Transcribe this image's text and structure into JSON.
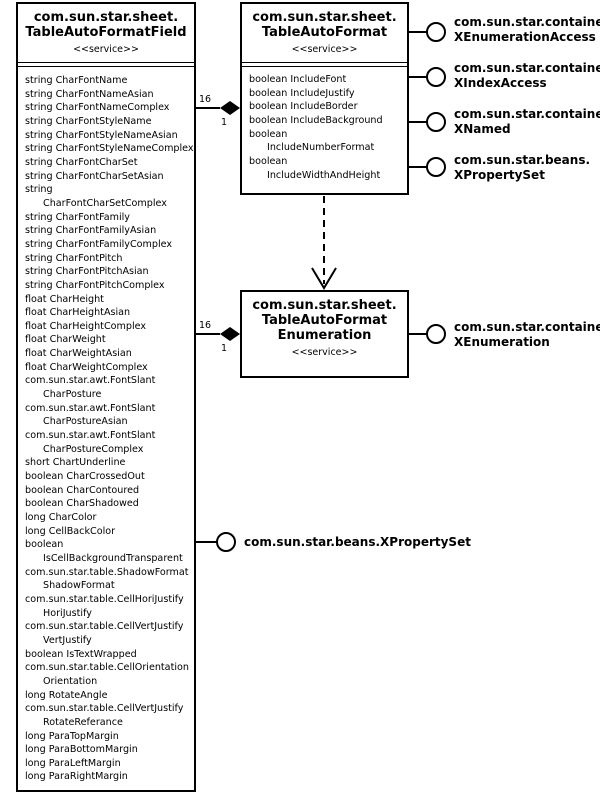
{
  "boxes": {
    "field": {
      "title": "com.sun.star.sheet.\nTableAutoFormatField",
      "stereotype": "<<service>>",
      "attributes": [
        {
          "type": "string",
          "name": "CharFontName"
        },
        {
          "type": "string",
          "name": "CharFontNameAsian"
        },
        {
          "type": "string",
          "name": "CharFontNameComplex"
        },
        {
          "type": "string",
          "name": "CharFontStyleName"
        },
        {
          "type": "string",
          "name": "CharFontStyleNameAsian"
        },
        {
          "type": "string",
          "name": "CharFontStyleNameComplex"
        },
        {
          "type": "string",
          "name": "CharFontCharSet"
        },
        {
          "type": "string",
          "name": "CharFontCharSetAsian"
        },
        {
          "type": "string",
          "name": "CharFontCharSetComplex",
          "wrap": true
        },
        {
          "type": "string",
          "name": "CharFontFamily"
        },
        {
          "type": "string",
          "name": "CharFontFamilyAsian"
        },
        {
          "type": "string",
          "name": "CharFontFamilyComplex"
        },
        {
          "type": "string",
          "name": "CharFontPitch"
        },
        {
          "type": "string",
          "name": "CharFontPitchAsian"
        },
        {
          "type": "string",
          "name": "CharFontPitchComplex"
        },
        {
          "type": "float",
          "name": "CharHeight"
        },
        {
          "type": "float",
          "name": "CharHeightAsian"
        },
        {
          "type": "float",
          "name": "CharHeightComplex"
        },
        {
          "type": "float",
          "name": "CharWeight"
        },
        {
          "type": "float",
          "name": "CharWeightAsian"
        },
        {
          "type": "float",
          "name": "CharWeightComplex"
        },
        {
          "type": "com.sun.star.awt.FontSlant",
          "name": "CharPosture",
          "wrap": true
        },
        {
          "type": "com.sun.star.awt.FontSlant",
          "name": "CharPostureAsian",
          "wrap": true
        },
        {
          "type": "com.sun.star.awt.FontSlant",
          "name": "CharPostureComplex",
          "wrap": true
        },
        {
          "type": "short",
          "name": "ChartUnderline"
        },
        {
          "type": "boolean",
          "name": "CharCrossedOut"
        },
        {
          "type": "boolean",
          "name": "CharContoured"
        },
        {
          "type": "boolean",
          "name": "CharShadowed"
        },
        {
          "type": "long",
          "name": "CharColor"
        },
        {
          "type": "long",
          "name": "CellBackColor"
        },
        {
          "type": "boolean",
          "name": "IsCellBackgroundTransparent",
          "wrap": true
        },
        {
          "type": "com.sun.star.table.ShadowFormat",
          "name": "ShadowFormat",
          "wrap": true
        },
        {
          "type": "com.sun.star.table.CellHoriJustify",
          "name": "HoriJustify",
          "wrap": true
        },
        {
          "type": "com.sun.star.table.CellVertJustify",
          "name": "VertJustify",
          "wrap": true
        },
        {
          "type": "boolean",
          "name": "IsTextWrapped"
        },
        {
          "type": "com.sun.star.table.CellOrientation",
          "name": "Orientation",
          "wrap": true
        },
        {
          "type": "long",
          "name": "RotateAngle"
        },
        {
          "type": "com.sun.star.table.CellVertJustify",
          "name": "RotateReferance",
          "wrap": true
        },
        {
          "type": "long",
          "name": "ParaTopMargin"
        },
        {
          "type": "long",
          "name": "ParaBottomMargin"
        },
        {
          "type": "long",
          "name": "ParaLeftMargin"
        },
        {
          "type": "long",
          "name": "ParaRightMargin"
        }
      ]
    },
    "format": {
      "title": "com.sun.star.sheet.\nTableAutoFormat",
      "stereotype": "<<service>>",
      "attributes": [
        {
          "type": "boolean",
          "name": "IncludeFont"
        },
        {
          "type": "boolean",
          "name": "IncludeJustify"
        },
        {
          "type": "boolean",
          "name": "IncludeBorder"
        },
        {
          "type": "boolean",
          "name": "IncludeBackground"
        },
        {
          "type": "boolean",
          "name": "IncludeNumberFormat",
          "wrap": true
        },
        {
          "type": "boolean",
          "name": "IncludeWidthAndHeight",
          "wrap": true
        }
      ]
    },
    "enumeration": {
      "title": "com.sun.star.sheet.\nTableAutoFormat\nEnumeration",
      "stereotype": "<<service>>"
    }
  },
  "interfaces": {
    "format_enum_access": "com.sun.star.container.\nXEnumerationAccess",
    "format_index_access": "com.sun.star.container.\nXIndexAccess",
    "format_named": "com.sun.star.container.\nXNamed",
    "format_property_set": "com.sun.star.beans.\nXPropertySet",
    "enumeration_iface": "com.sun.star.container.\nXEnumeration",
    "field_property_set": "com.sun.star.beans.XPropertySet"
  },
  "multiplicities": {
    "format_field_many": "16",
    "format_field_one": "1",
    "enum_field_many": "16",
    "enum_field_one": "1"
  }
}
